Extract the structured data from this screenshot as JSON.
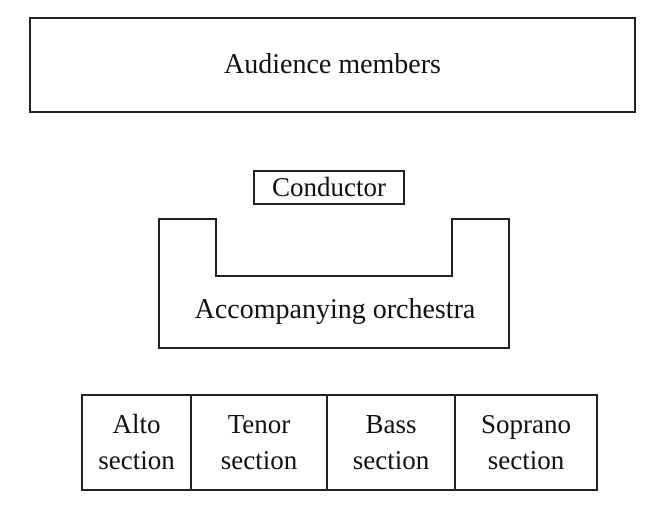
{
  "audience": {
    "label": "Audience members"
  },
  "conductor": {
    "label": "Conductor"
  },
  "orchestra": {
    "label": "Accompanying orchestra"
  },
  "choir": {
    "sections": [
      {
        "line1": "Alto",
        "line2": "section"
      },
      {
        "line1": "Tenor",
        "line2": "section"
      },
      {
        "line1": "Bass",
        "line2": "section"
      },
      {
        "line1": "Soprano",
        "line2": "section"
      }
    ]
  },
  "colors": {
    "stroke": "#222222",
    "text": "#111111",
    "background": "#ffffff"
  }
}
